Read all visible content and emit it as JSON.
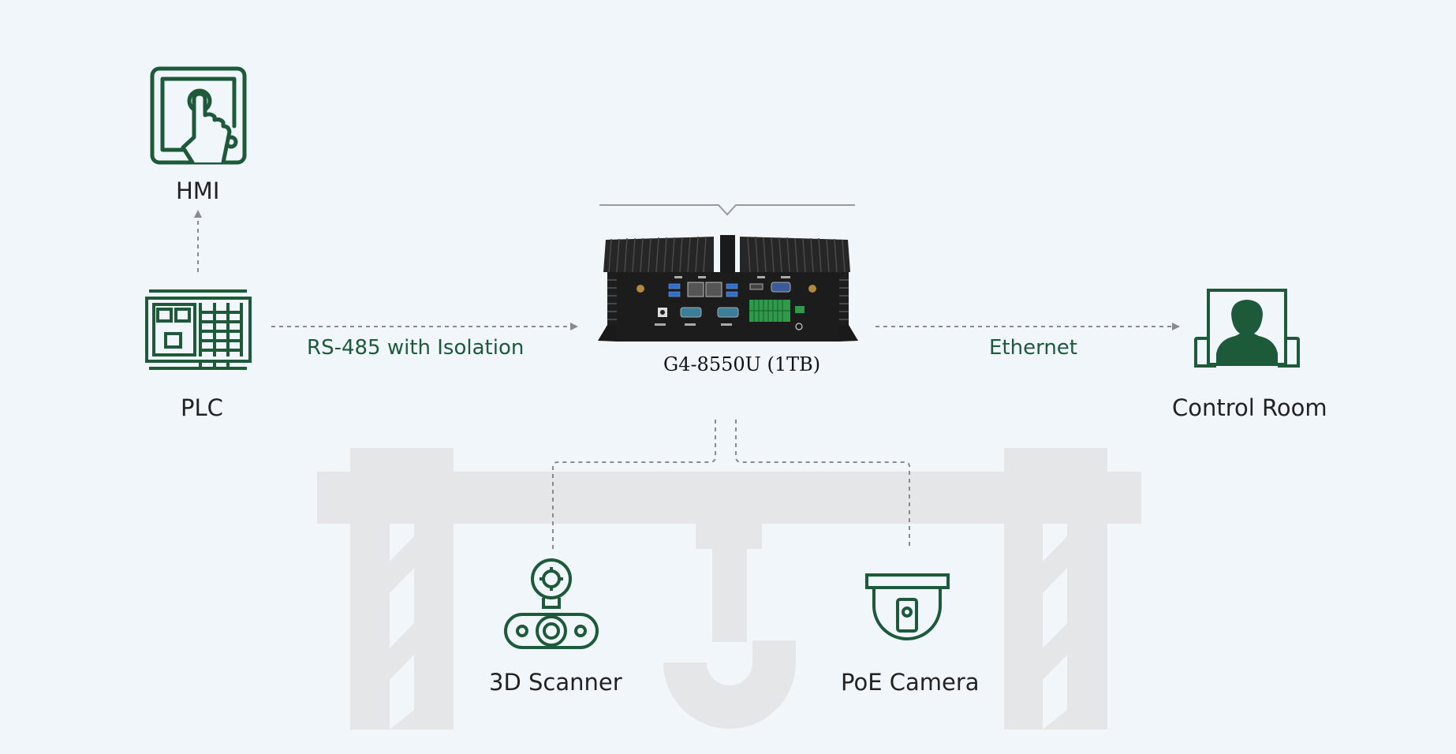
{
  "nodes": {
    "hmi": "HMI",
    "plc": "PLC",
    "device": "G4-8550U (1TB)",
    "control_room": "Control Room",
    "scanner": "3D Scanner",
    "camera": "PoE Camera"
  },
  "links": {
    "plc_device": "RS-485 with Isolation",
    "device_control": "Ethernet"
  },
  "colors": {
    "background": "#f1f6fa",
    "icon_green": "#1c5a3a",
    "dashed_line": "#8a8a8a",
    "watermark": "#e4e6e8"
  }
}
